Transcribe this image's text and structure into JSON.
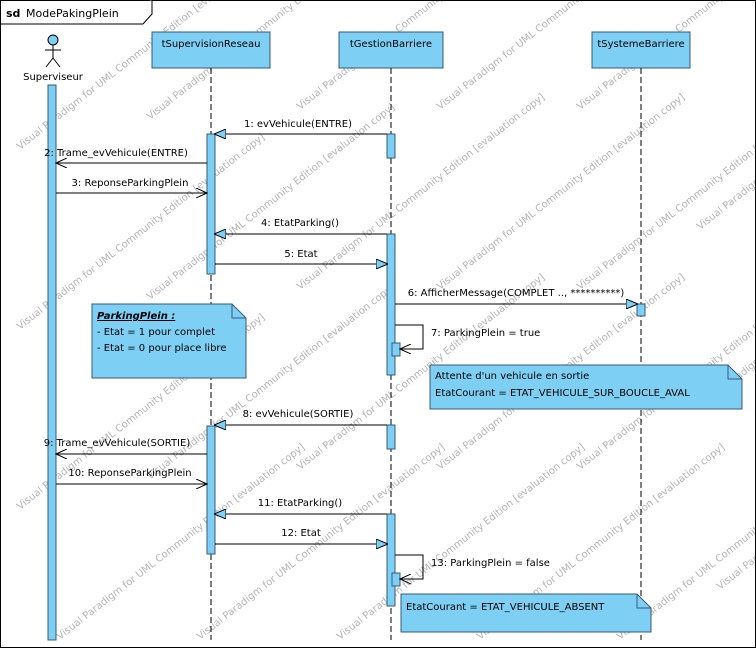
{
  "frame": {
    "kind": "sd",
    "name": "ModePakingPlein"
  },
  "actor": {
    "name": "Superviseur"
  },
  "lifelines": [
    {
      "id": "sup",
      "name": "tSupervisionReseau"
    },
    {
      "id": "gb",
      "name": "tGestionBarriere"
    },
    {
      "id": "sb",
      "name": "tSystemeBarriere"
    }
  ],
  "messages": [
    {
      "label": "1: evVehicule(ENTRE)"
    },
    {
      "label": "2: Trame_evVehicule(ENTRE)"
    },
    {
      "label": "3: ReponseParkingPlein"
    },
    {
      "label": "4: EtatParking()"
    },
    {
      "label": "5: Etat"
    },
    {
      "label": "6: AfficherMessage(COMPLET .., **********)"
    },
    {
      "label": "7: ParkingPlein = true"
    },
    {
      "label": "8: evVehicule(SORTIE)"
    },
    {
      "label": "9: Trame_evVehicule(SORTIE)"
    },
    {
      "label": "10: ReponseParkingPlein"
    },
    {
      "label": "11: EtatParking()"
    },
    {
      "label": "12: Etat"
    },
    {
      "label": "13: ParkingPlein = false"
    }
  ],
  "notes": {
    "parking_plein": {
      "title": "ParkingPlein :",
      "lines": [
        "- Etat  = 1 pour complet",
        "- Etat  = 0 pour place libre"
      ]
    },
    "attente": {
      "lines": [
        "Attente d'un vehicule en sortie",
        "EtatCourant = ETAT_VEHICULE_SUR_BOUCLE_AVAL"
      ]
    },
    "absent": {
      "lines": [
        "EtatCourant = ETAT_VEHICULE_ABSENT"
      ]
    }
  },
  "watermark": "Visual Paradigm for UML Community Edition [evaluation copy]",
  "colors": {
    "fill": "#7ecff4",
    "stroke": "#3a5a7a",
    "watermark": "#b5b5b5"
  }
}
